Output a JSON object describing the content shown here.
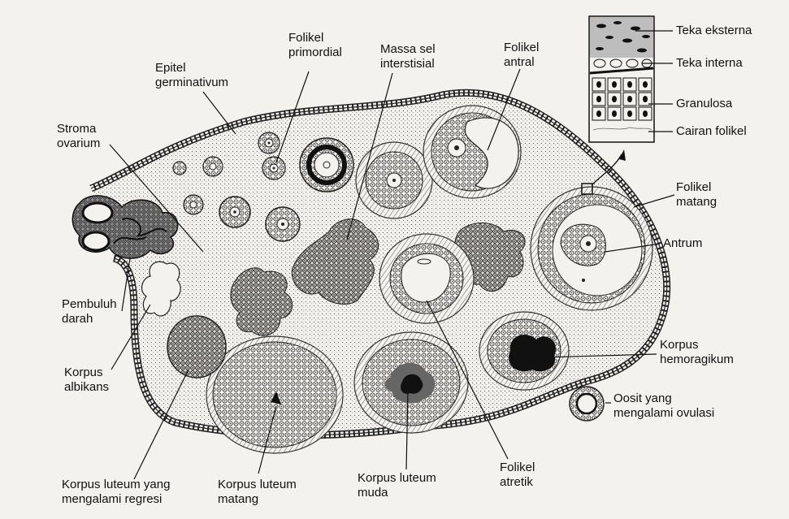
{
  "diagram": {
    "labels": {
      "epitel_germinativum": [
        "Epitel",
        "germinativum"
      ],
      "folikel_primordial": [
        "Folikel",
        "primordial"
      ],
      "massa_sel_interstisial": [
        "Massa sel",
        "interstisial"
      ],
      "folikel_antral": [
        "Folikel",
        "antral"
      ],
      "stroma_ovarium": [
        "Stroma",
        "ovarium"
      ],
      "pembuluh_darah": [
        "Pembuluh",
        "darah"
      ],
      "korpus_albikans": [
        "Korpus",
        "albikans"
      ],
      "korpus_luteum_regresi": [
        "Korpus luteum yang",
        "mengalami regresi"
      ],
      "korpus_luteum_matang": [
        "Korpus luteum",
        "matang"
      ],
      "korpus_luteum_muda": [
        "Korpus luteum",
        "muda"
      ],
      "folikel_atretik": [
        "Folikel",
        "atretik"
      ],
      "oosit_ovulasi": [
        "Oosit yang",
        "mengalami ovulasi"
      ],
      "korpus_hemoragikum": [
        "Korpus",
        "hemoragikum"
      ],
      "antrum": [
        "Antrum"
      ],
      "folikel_matang": [
        "Folikel",
        "matang"
      ]
    },
    "inset_labels": {
      "teka_eksterna": "Teka eksterna",
      "teka_interna": "Teka interna",
      "granulosa": "Granulosa",
      "cairan_folikel": "Cairan folikel"
    }
  }
}
